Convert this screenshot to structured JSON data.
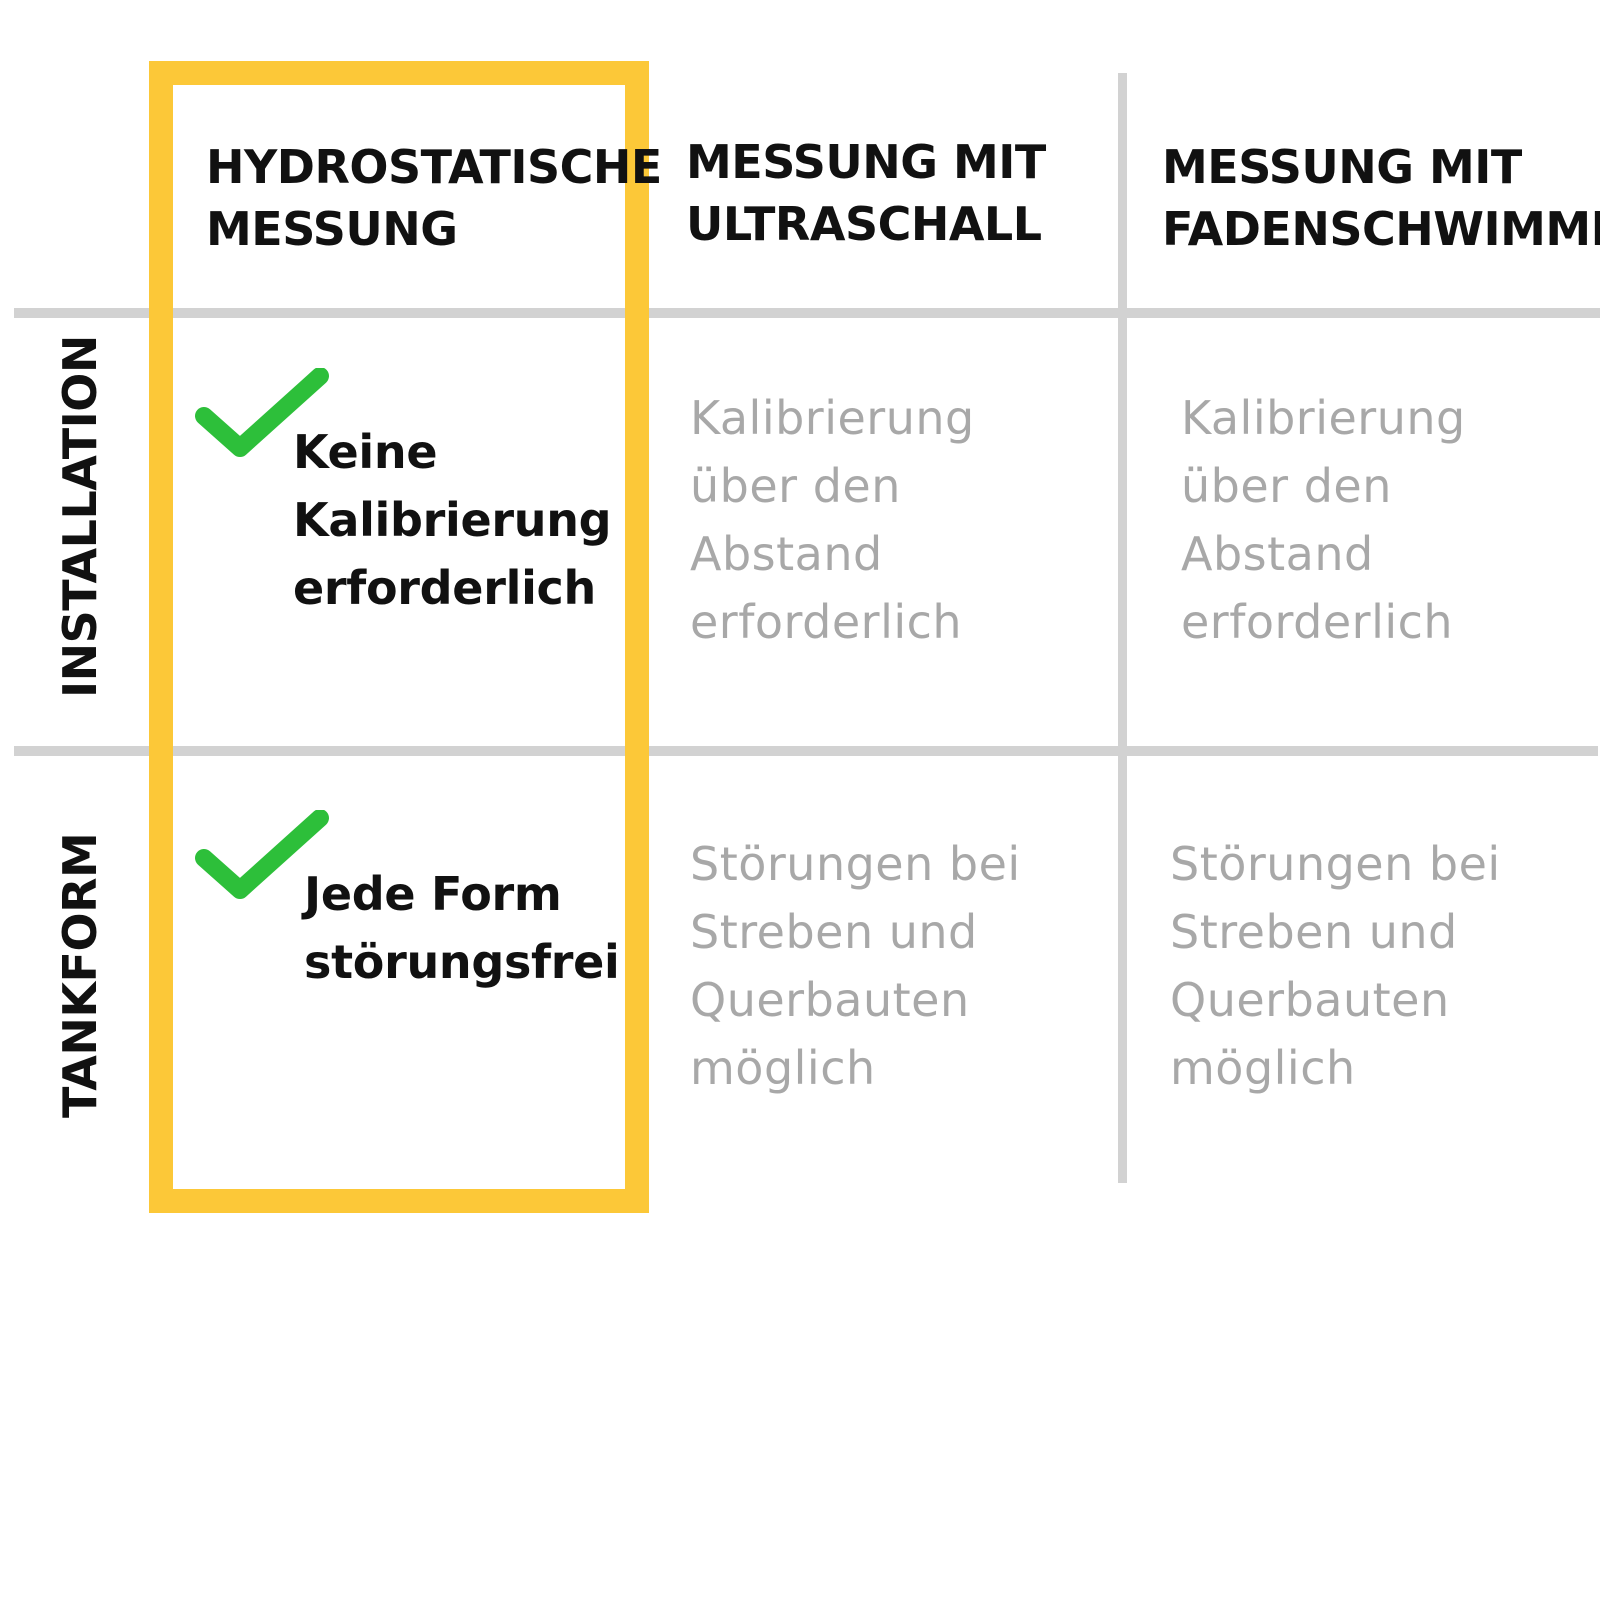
{
  "columns": [
    {
      "lines": [
        "HYDROSTATISCHE",
        "MESSUNG"
      ]
    },
    {
      "lines": [
        "MESSUNG MIT",
        "ULTRASCHALL"
      ]
    },
    {
      "lines": [
        "MESSUNG MIT",
        "FADENSCHWIMMER"
      ]
    }
  ],
  "rows": [
    {
      "label": "INSTALLATION"
    },
    {
      "label": "TANKFORM"
    }
  ],
  "cells": {
    "installation": {
      "hydrostatic": [
        "Keine",
        "Kalibrierung",
        "erforderlich"
      ],
      "ultrasonic": [
        "Kalibrierung",
        "über den",
        "Abstand",
        "erforderlich"
      ],
      "float": [
        "Kalibrierung",
        "über den",
        "Abstand",
        "erforderlich"
      ]
    },
    "tankform": {
      "hydrostatic": [
        "Jede Form",
        "störungsfrei"
      ],
      "ultrasonic": [
        "Störungen bei",
        "Streben und",
        "Querbauten",
        "möglich"
      ],
      "float": [
        "Störungen bei",
        "Streben und",
        "Querbauten",
        "möglich"
      ]
    }
  },
  "icons": {
    "installation_check": "check-icon",
    "tankform_check": "check-icon"
  },
  "colors": {
    "highlight": "#fcc838",
    "check": "#2dbf3a",
    "grid": "#d2d2d2",
    "text_strong": "#111111",
    "text_muted": "#a8a8a8"
  }
}
